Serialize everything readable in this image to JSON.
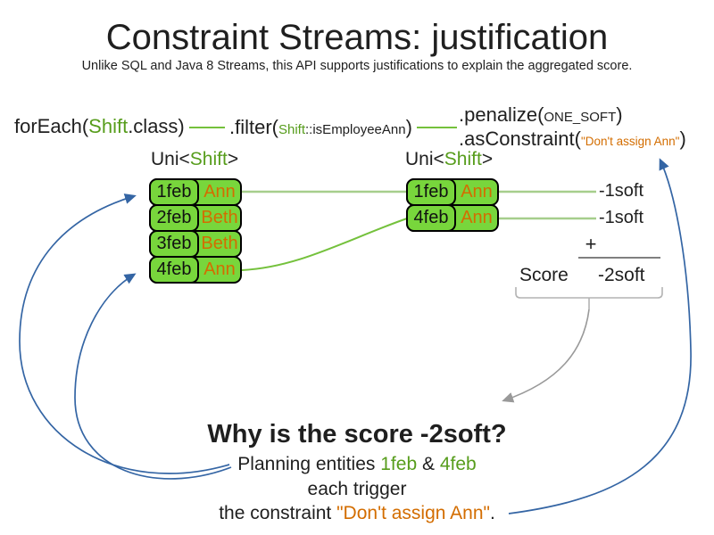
{
  "title": "Constraint Streams: justification",
  "subtitle": "Unlike SQL and Java 8 Streams, this API supports justifications to explain the aggregated score.",
  "code": {
    "foreach_pre": "forEach(",
    "foreach_class": "Shift",
    "foreach_post": ".class)",
    "filter_pre": ".filter(",
    "filter_class": "Shift",
    "filter_method": "::isEmployeeAnn",
    "filter_post": ")",
    "penalize_pre": ".penalize(",
    "penalize_arg": "ONE_SOFT",
    "penalize_post": ")",
    "asconstraint_pre": ".asConstraint(",
    "asconstraint_arg": "\"Don't assign Ann\"",
    "asconstraint_post": ")"
  },
  "left_stream": {
    "type_pre": "Uni<",
    "type_name": "Shift",
    "type_post": ">",
    "rows": [
      {
        "date": "1feb",
        "employee": "Ann"
      },
      {
        "date": "2feb",
        "employee": "Beth"
      },
      {
        "date": "3feb",
        "employee": "Beth"
      },
      {
        "date": "4feb",
        "employee": "Ann"
      }
    ]
  },
  "right_stream": {
    "type_pre": "Uni<",
    "type_name": "Shift",
    "type_post": ">",
    "rows": [
      {
        "date": "1feb",
        "employee": "Ann"
      },
      {
        "date": "4feb",
        "employee": "Ann"
      }
    ]
  },
  "score_panel": {
    "match_scores": [
      "-1soft",
      "-1soft"
    ],
    "plus_sign": "+",
    "score_label": "Score",
    "total_score": "-2soft"
  },
  "explanation": {
    "heading": "Why is the score -2soft?",
    "line1_pre": "Planning entities ",
    "line1_entity1": "1feb",
    "line1_amp": " & ",
    "line1_entity2": "4feb",
    "line2": "each trigger",
    "line3_pre": "the constraint ",
    "line3_constraint": "\"Don't assign Ann\"",
    "line3_post": "."
  },
  "colors": {
    "entity_green": "#579D1C",
    "box_green": "#78D63C",
    "orange": "#D36D00",
    "arrow_blue": "#3465A4",
    "line_green_light": "#A6CE8C",
    "line_green": "#74C13C",
    "gray_arrow": "#999999",
    "bracket_gray": "#B3B3B3"
  }
}
